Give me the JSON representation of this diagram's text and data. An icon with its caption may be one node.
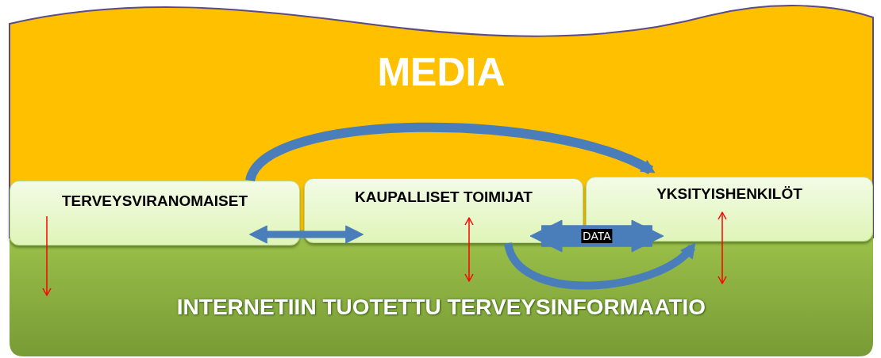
{
  "diagram": {
    "nodes": [
      {
        "text": [
          "TERVEYSVIRANOMAISET"
        ]
      },
      {
        "text": [
          "KAUPALLISET TOIMIJAT"
        ]
      },
      {
        "text": [
          "YKSITYISHENKILÖT"
        ]
      }
    ],
    "edges": [
      {
        "from": 0,
        "to": 2,
        "arrow": "to"
      },
      {
        "from": 0,
        "to": 1,
        "arrow": "both"
      },
      {
        "from": 1,
        "to": 2,
        "arrow": "both",
        "style": "thick",
        "label": "DATA"
      },
      {
        "from": 1,
        "to": 2,
        "arrow": "to"
      },
      {
        "from": 0,
        "to": null,
        "arrow": "to",
        "color": "#ff0000"
      },
      {
        "from": 1,
        "to": null,
        "arrow": "both",
        "color": "#ff0000"
      },
      {
        "from": 2,
        "to": null,
        "arrow": "both",
        "color": "#ff0000"
      }
    ],
    "labels": [
      "MEDIA",
      "INTERNETIIN TUOTETTU TERVEYSINFORMAATIO"
    ]
  }
}
